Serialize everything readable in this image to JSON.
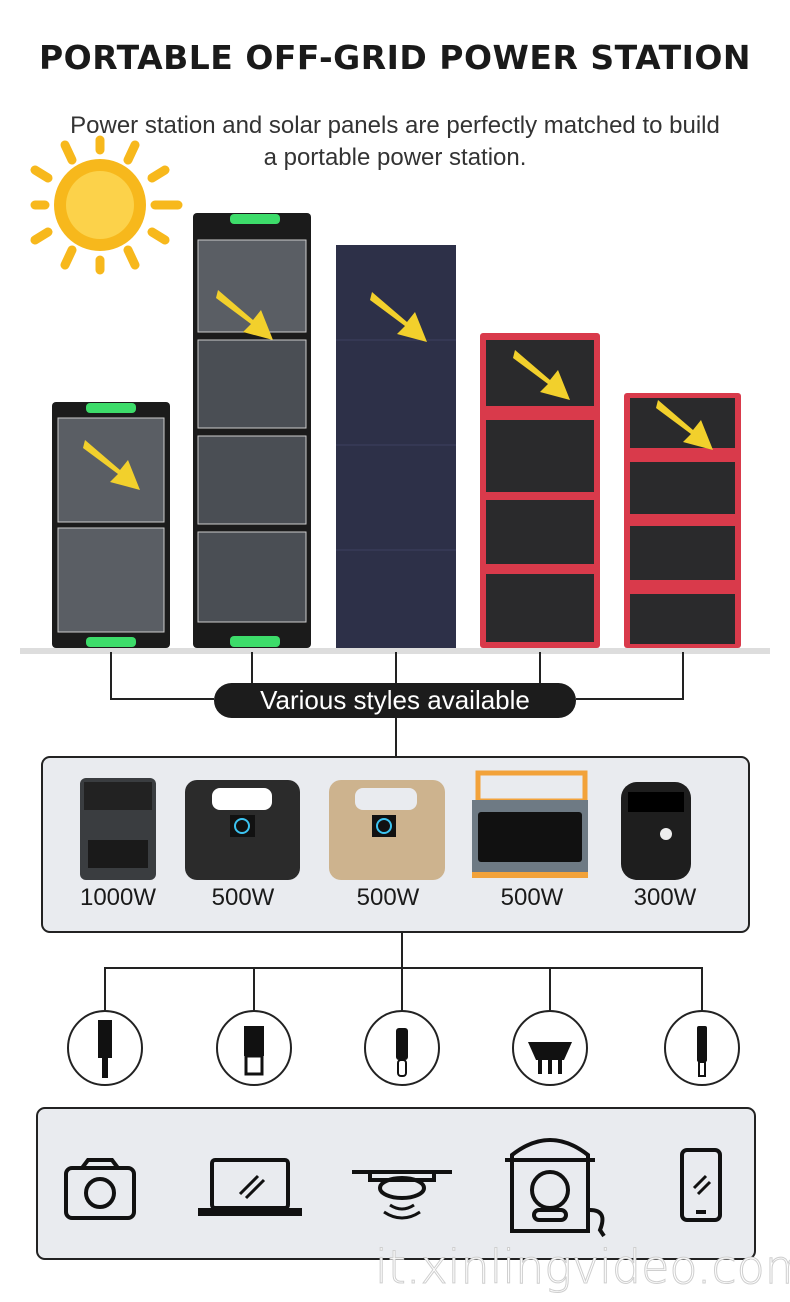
{
  "header": {
    "title": "PORTABLE OFF-GRID POWER STATION",
    "subtitle_line1": "Power station and solar panels are perfectly matched to build",
    "subtitle_line2": "a portable power station."
  },
  "panels_label": "Various styles available",
  "stations": [
    {
      "label": "1000W",
      "color": "#3a3d40"
    },
    {
      "label": "500W",
      "color": "#2b2b2b"
    },
    {
      "label": "500W",
      "color": "#cdb38e"
    },
    {
      "label": "500W",
      "color": "#f2a23a"
    },
    {
      "label": "300W",
      "color": "#1e1e1e"
    }
  ],
  "connectors": [
    "dc-barrel-plug-icon",
    "usb-a-plug-icon",
    "usb-c-plug-icon",
    "ac-plug-icon",
    "lightning-plug-icon"
  ],
  "devices": [
    "camera-icon",
    "laptop-icon",
    "drone-icon",
    "rice-cooker-icon",
    "smartphone-icon"
  ],
  "watermark": "it.xinlingvideo.com",
  "colors": {
    "sun": "#f7b81c",
    "arrow": "#f2d02c",
    "panel_green": "#3ddc6a",
    "panel_red": "#d93a4b",
    "panel_navy": "#2d3048"
  }
}
